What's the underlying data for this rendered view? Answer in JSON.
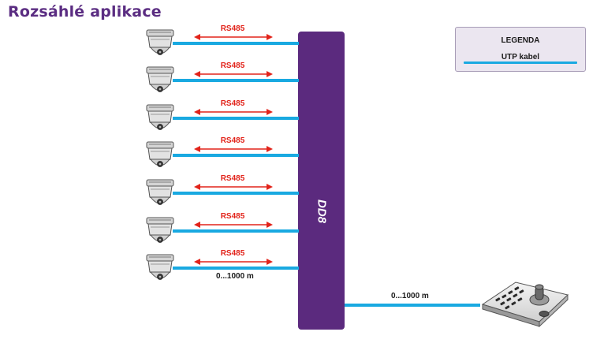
{
  "title": "Rozsáhlé aplikace",
  "legend": {
    "title": "LEGENDA",
    "item_label": "UTP kabel",
    "item_color": "#19a9e1"
  },
  "device": {
    "label": "DD8",
    "color": "#5b2a7e"
  },
  "cameras": [
    {
      "link_label": "RS485"
    },
    {
      "link_label": "RS485"
    },
    {
      "link_label": "RS485"
    },
    {
      "link_label": "RS485"
    },
    {
      "link_label": "RS485"
    },
    {
      "link_label": "RS485"
    },
    {
      "link_label": "RS485"
    }
  ],
  "camera_distance_label": "0...1000 m",
  "keyboard": {
    "distance_label": "0...1000 m",
    "icon": "ptz-control-keyboard-icon"
  },
  "colors": {
    "title": "#5b2d82",
    "rs485": "#e2231a",
    "cable": "#19a9e1"
  }
}
